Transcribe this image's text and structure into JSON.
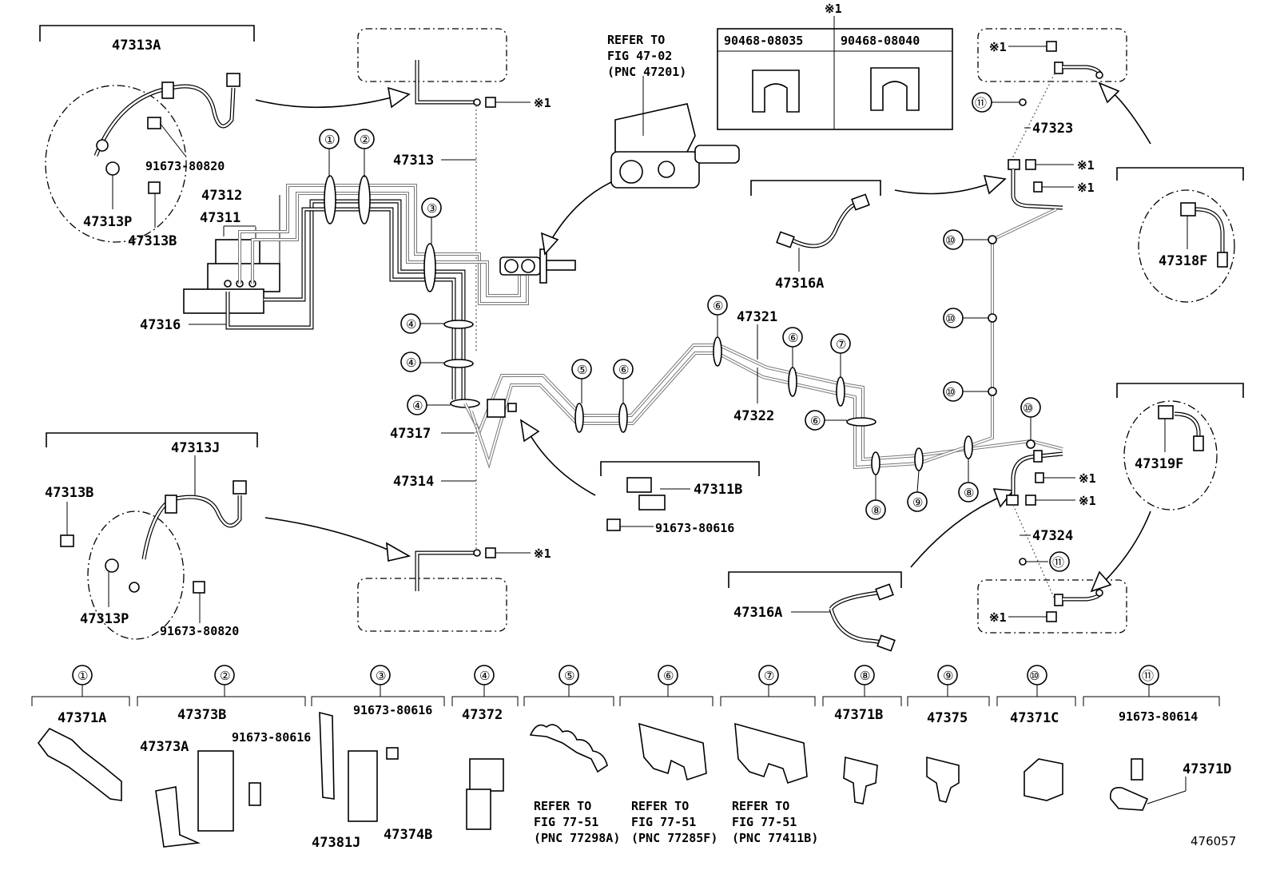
{
  "labels": {
    "p47313A": "47313A",
    "p91673_80820_a": "91673-80820",
    "p47313P_a": "47313P",
    "p47313B_a": "47313B",
    "p47312": "47312",
    "p47311": "47311",
    "p47316": "47316",
    "p47313": "47313",
    "p47317": "47317",
    "p47314": "47314",
    "p47313J": "47313J",
    "p47313B_b": "47313B",
    "p47313P_b": "47313P",
    "p91673_80820_b": "91673-80820",
    "p47311B": "47311B",
    "p91673_80616_a": "91673-80616",
    "p47321": "47321",
    "p47322": "47322",
    "p47316A_a": "47316A",
    "p47316A_b": "47316A",
    "p47323": "47323",
    "p47324": "47324",
    "p47318F": "47318F",
    "p47319F": "47319F",
    "p90468_08035": "90468-08035",
    "p90468_08040": "90468-08040",
    "x1": "※1",
    "refer1_l1": "REFER TO",
    "refer1_l2": "FIG 47-02",
    "refer1_l3": "(PNC 47201)",
    "figure_number": "476057"
  },
  "callouts": {
    "c1": "①",
    "c2": "②",
    "c3": "③",
    "c4": "④",
    "c5": "⑤",
    "c6": "⑥",
    "c7": "⑦",
    "c8": "⑧",
    "c9": "⑨",
    "c10": "⑩",
    "c11": "⑪"
  },
  "legend": {
    "g1_part": "47371A",
    "g2_part_a": "47373B",
    "g2_part_b": "47373A",
    "g2_part_c": "91673-80616",
    "g3_part_a": "91673-80616",
    "g3_part_b": "47381J",
    "g3_part_c": "47374B",
    "g4_part": "47372",
    "g5_l1": "REFER TO",
    "g5_l2": "FIG 77-51",
    "g5_l3": "(PNC 77298A)",
    "g6_l1": "REFER TO",
    "g6_l2": "FIG 77-51",
    "g6_l3": "(PNC 77285F)",
    "g7_l1": "REFER TO",
    "g7_l2": "FIG 77-51",
    "g7_l3": "(PNC 77411B)",
    "g8_part": "47371B",
    "g9_part": "47375",
    "g10_part": "47371C",
    "g11_part_a": "91673-80614",
    "g11_part_b": "47371D"
  }
}
